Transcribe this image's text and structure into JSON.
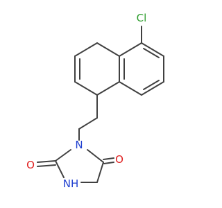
{
  "molecule": {
    "atoms": {
      "chlorine": "Cl",
      "ring_nitrogen": "N",
      "amide_nh": "NH",
      "carbonyl_oxygen_left": "O",
      "carbonyl_oxygen_right": "O"
    }
  },
  "colors": {
    "bond": "#404040",
    "chlorine": "#2e9e2e",
    "nitrogen": "#2040d0",
    "oxygen": "#e02020"
  }
}
